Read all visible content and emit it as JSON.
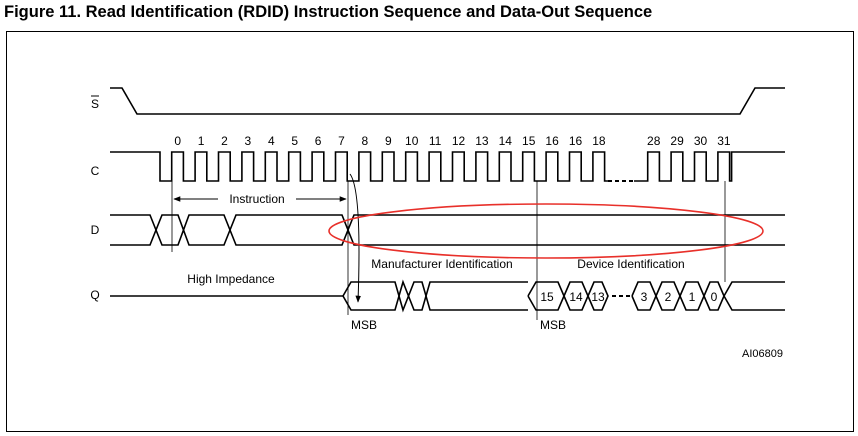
{
  "figure_title": "Figure 11. Read Identification (RDID) Instruction Sequence and Data-Out Sequence",
  "signals": {
    "s": "S",
    "c": "C",
    "d": "D",
    "q": "Q"
  },
  "clock_numbers": [
    "0",
    "1",
    "2",
    "3",
    "4",
    "5",
    "6",
    "7",
    "8",
    "9",
    "10",
    "11",
    "12",
    "13",
    "14",
    "15",
    "16",
    "16",
    "18",
    "28",
    "29",
    "30",
    "31"
  ],
  "labels": {
    "instruction": "Instruction",
    "high_impedance": "High Impedance",
    "manufacturer_identification": "Manufacturer Identification",
    "device_identification": "Device Identification",
    "msb_1": "MSB",
    "msb_2": "MSB",
    "figure_id": "AI06809"
  },
  "q_bits": [
    "15",
    "14",
    "13",
    "3",
    "2",
    "1",
    "0"
  ],
  "colors": {
    "highlight": "#e8302a",
    "line": "#000000"
  }
}
